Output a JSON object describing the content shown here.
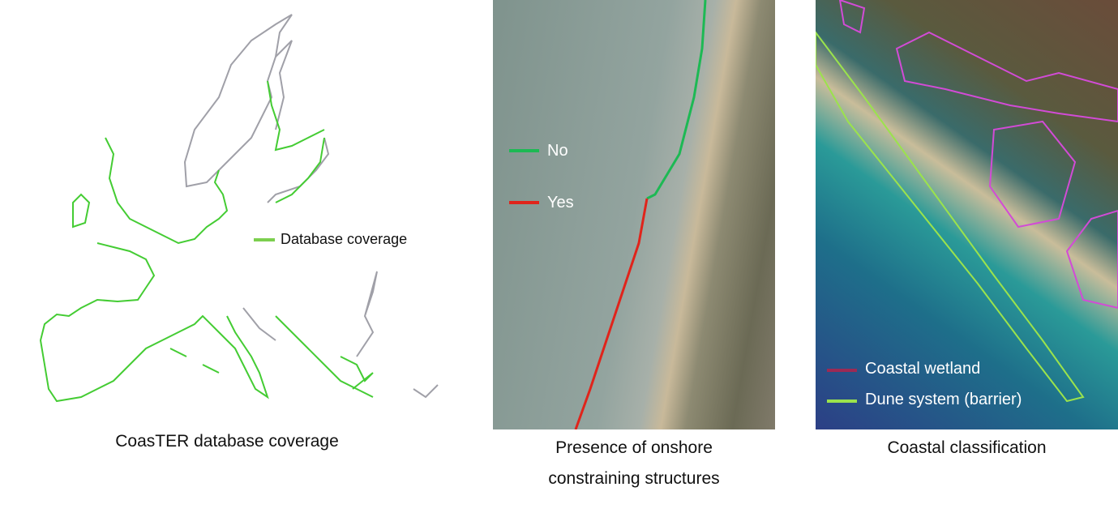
{
  "panels": [
    {
      "caption": "CoasTER database coverage",
      "legend": [
        {
          "label": "Database coverage",
          "color": "#7ccf4e"
        }
      ],
      "coverage_color": "#44cc33",
      "other_coast_color": "#a0a0a8"
    },
    {
      "caption_line1": "Presence of onshore",
      "caption_line2": "constraining structures",
      "legend": [
        {
          "label": "No",
          "color": "#1db954"
        },
        {
          "label": "Yes",
          "color": "#e0241b"
        }
      ]
    },
    {
      "caption": "Coastal classification",
      "legend": [
        {
          "label": "Coastal wetland",
          "color": "#9c2a55"
        },
        {
          "label": "Dune system (barrier)",
          "color": "#9be34c"
        }
      ],
      "wetland_outline_color": "#d24bd6"
    }
  ]
}
